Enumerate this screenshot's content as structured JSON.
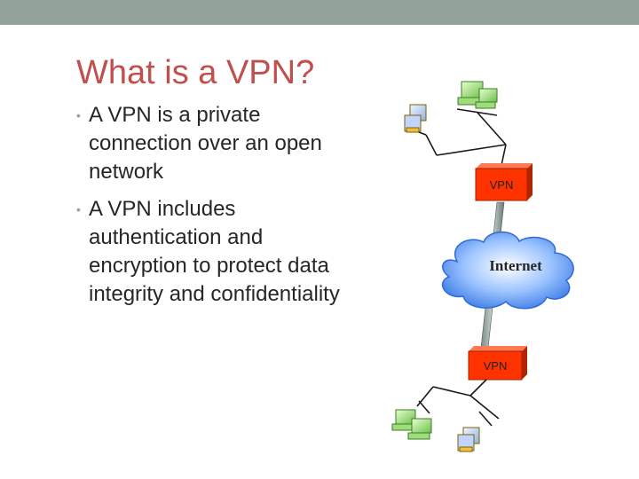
{
  "slide": {
    "title": "What is a VPN?",
    "bullets": [
      "A VPN is a private connection over an open network",
      "A VPN includes authentication and encryption to protect data integrity and confidentiality"
    ]
  },
  "diagram": {
    "vpn_top_label": "VPN",
    "vpn_bottom_label": "VPN",
    "cloud_label": "Internet"
  },
  "colors": {
    "accent_title": "#c0504d",
    "top_bar": "#93a299",
    "vpn_box": "#ff3300"
  },
  "icons": [
    "computer-icon",
    "cloud-icon",
    "vpn-device-icon"
  ]
}
